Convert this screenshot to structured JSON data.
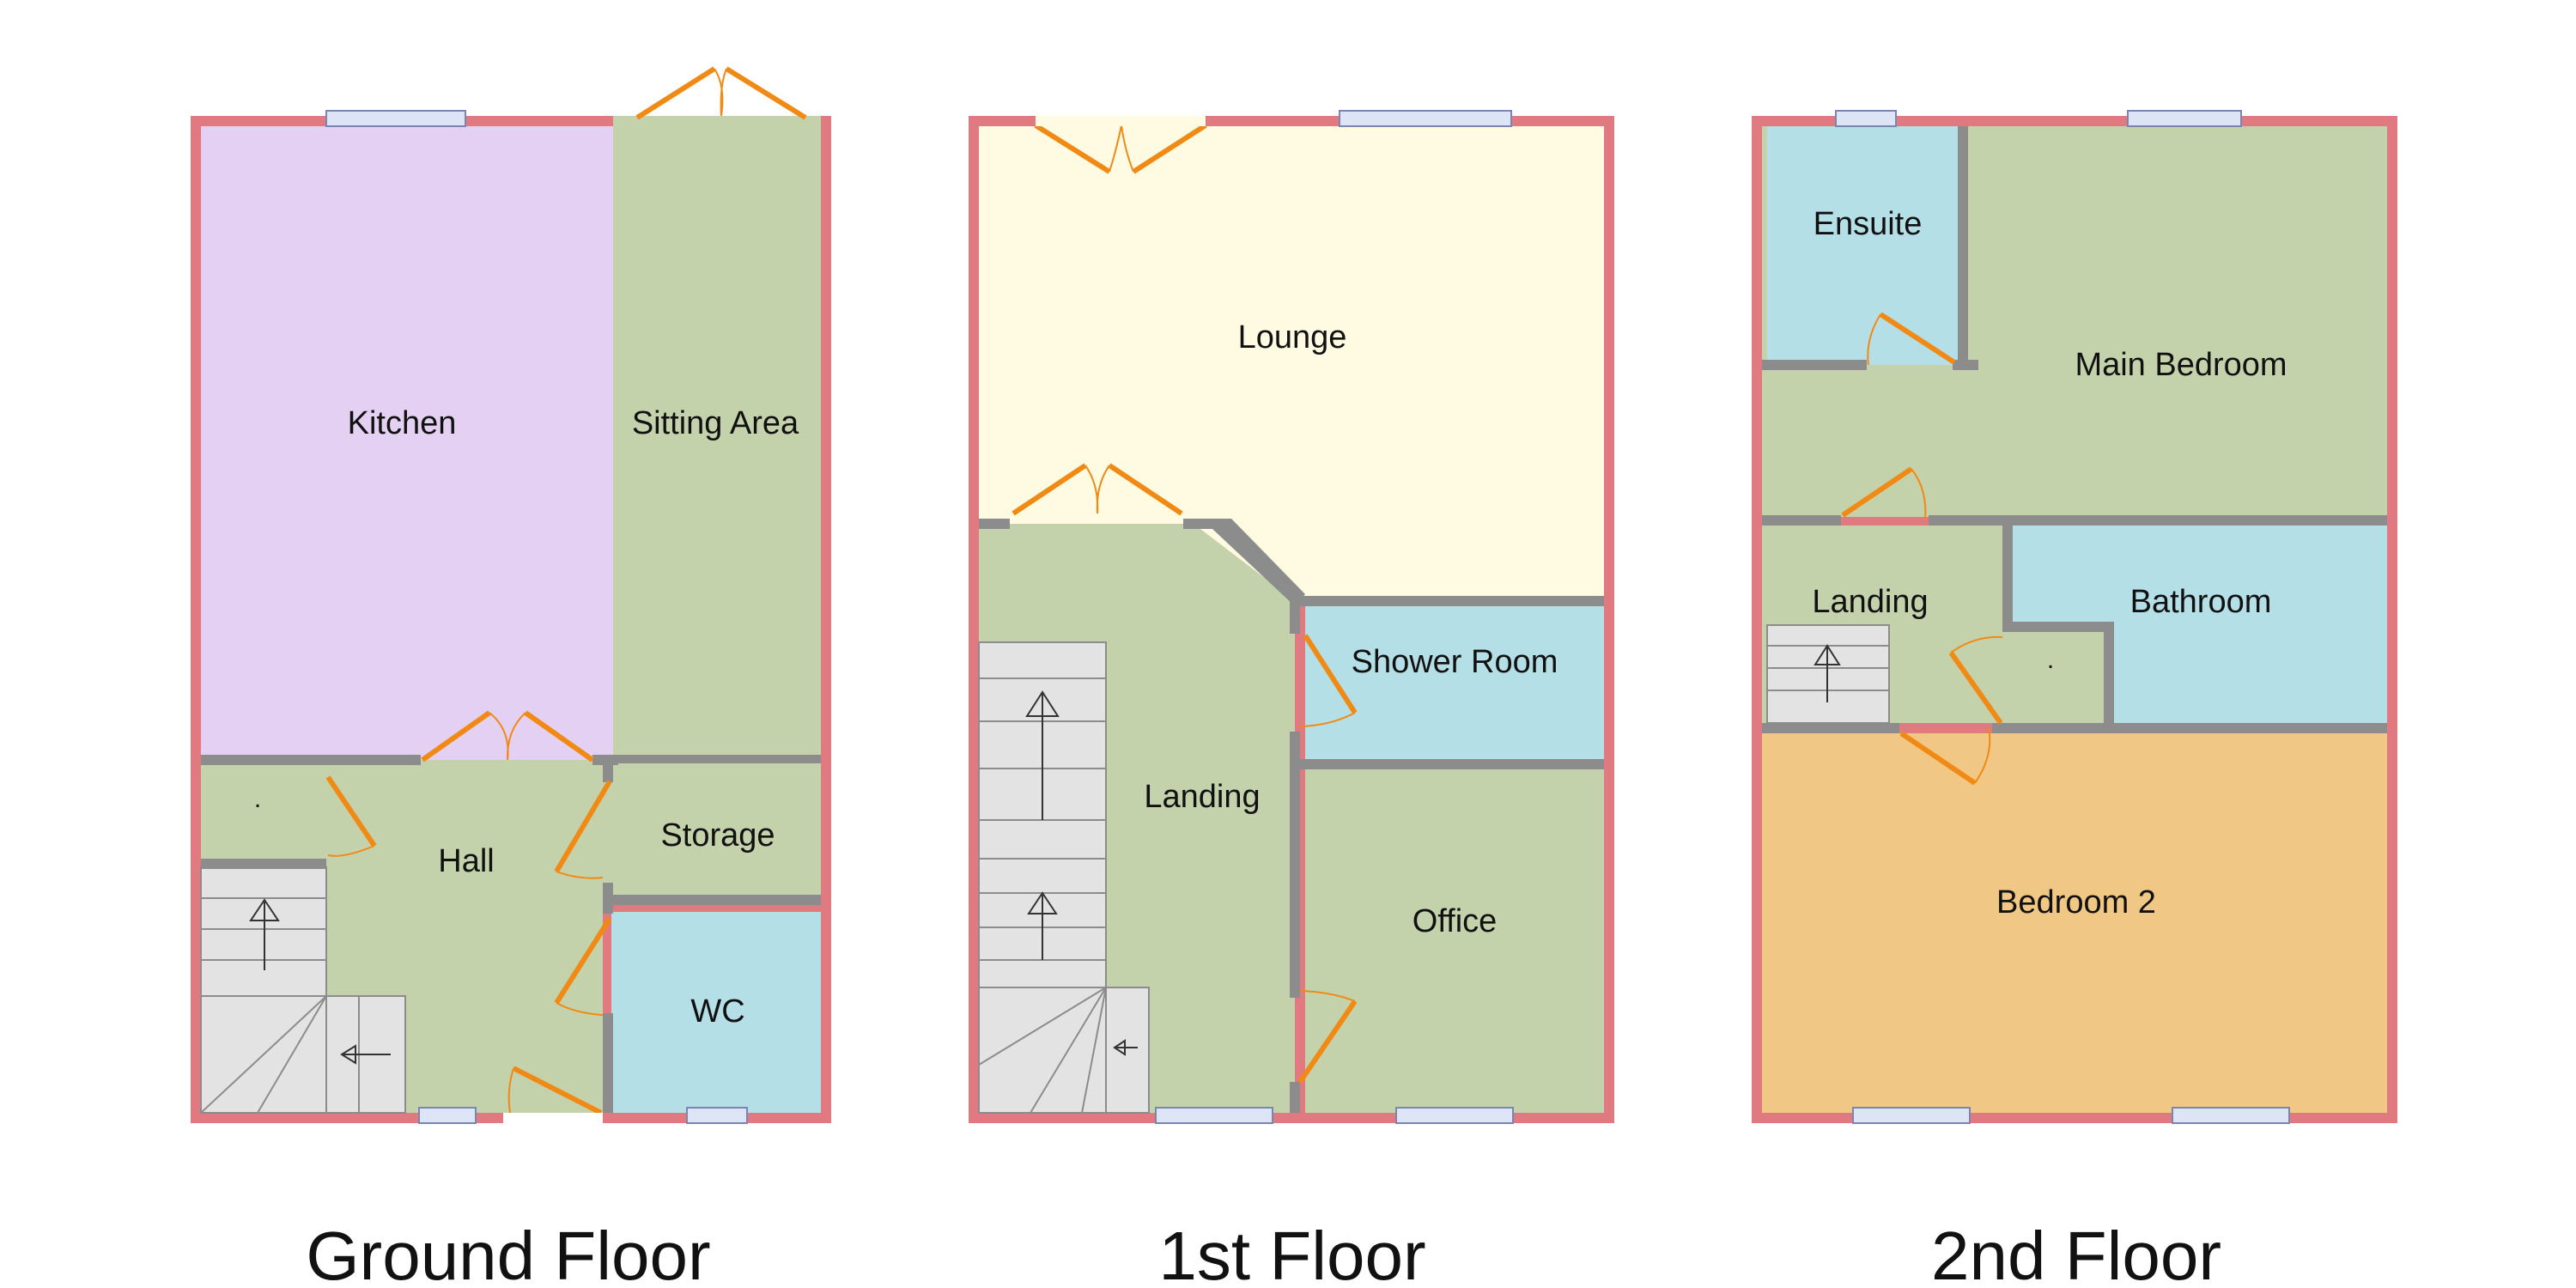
{
  "colors": {
    "outer_wall": "#e07a80",
    "inner_wall": "#8c8c8c",
    "door": "#f08a14",
    "window_fill": "#dde4f5",
    "window_stroke": "#7a86b0",
    "stairs_fill": "#e3e3e3",
    "kitchen": "#e4d0f3",
    "green_room": "#c4d2ac",
    "wet_room": "#b5dfe6",
    "lounge": "#fefbe2",
    "bedroom2": "#f0c785"
  },
  "floors": {
    "ground": {
      "label": "Ground Floor",
      "rooms": {
        "kitchen": "Kitchen",
        "sitting_area": "Sitting Area",
        "hall": "Hall",
        "storage": "Storage",
        "wc": "WC"
      },
      "cupboard_mark": "."
    },
    "first": {
      "label": "1st Floor",
      "rooms": {
        "lounge": "Lounge",
        "landing": "Landing",
        "shower_room": "Shower Room",
        "office": "Office"
      }
    },
    "second": {
      "label": "2nd Floor",
      "rooms": {
        "ensuite": "Ensuite",
        "main_bedroom": "Main Bedroom",
        "landing": "Landing",
        "bathroom": "Bathroom",
        "bedroom_2": "Bedroom 2"
      },
      "cupboard_mark": "."
    }
  }
}
